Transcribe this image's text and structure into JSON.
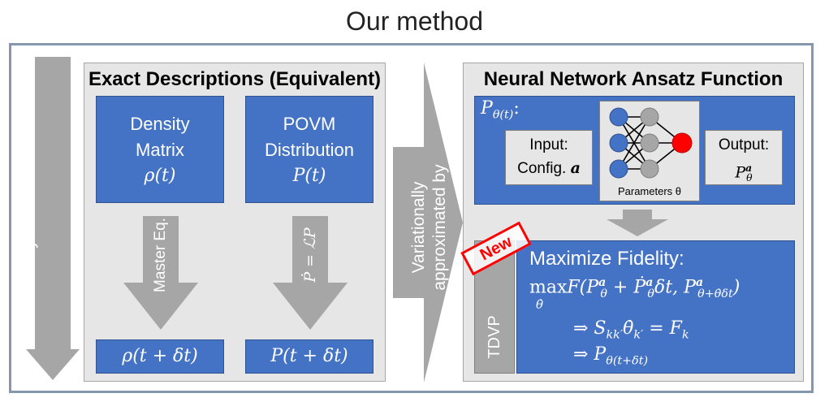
{
  "title": "Our method",
  "time_axis": {
    "label": "Physical Time"
  },
  "exact": {
    "heading": "Exact Descriptions (Equivalent)",
    "density_box": {
      "line1": "Density",
      "line2": "Matrix",
      "symbol": "ρ(t)"
    },
    "povm_box": {
      "line1": "POVM",
      "line2": "Distribution",
      "symbol": "P(t)"
    },
    "master_arrow_label": "Master Eq.",
    "povm_arrow_label": "Ṗ = ℒP",
    "density_result": "ρ(t + δt)",
    "povm_result": "P(t + δt)"
  },
  "variational_arrow": {
    "line1": "Variationally",
    "line2": "approximated by"
  },
  "nn": {
    "heading": "Neural Network Ansatz Function",
    "p_theta_label": "P",
    "p_theta_sub": "θ(t)",
    "p_theta_colon": ":",
    "input": {
      "line1": "Input:",
      "line2_prefix": "Config.",
      "line2_symbol": "a"
    },
    "output": {
      "line1": "Output:",
      "symbol_base": "P",
      "symbol_sup": "a",
      "symbol_sub": "θ"
    },
    "parameters_label": "Parameters θ"
  },
  "new_stamp": "New",
  "tdvp_label": "TDVP",
  "fidelity": {
    "heading": "Maximize Fidelity:",
    "max_word": "max",
    "max_sub": "θ̇",
    "expr": "F(P",
    "line2": "⇒ S",
    "line3": "⇒ P"
  },
  "colors": {
    "accent_blue": "#4472c4",
    "panel_grey": "#e7e6e6",
    "arrow_grey": "#a6a6a6",
    "frame": "#8496b0",
    "stamp_red": "#ff0000",
    "output_node": "#ff0000"
  }
}
